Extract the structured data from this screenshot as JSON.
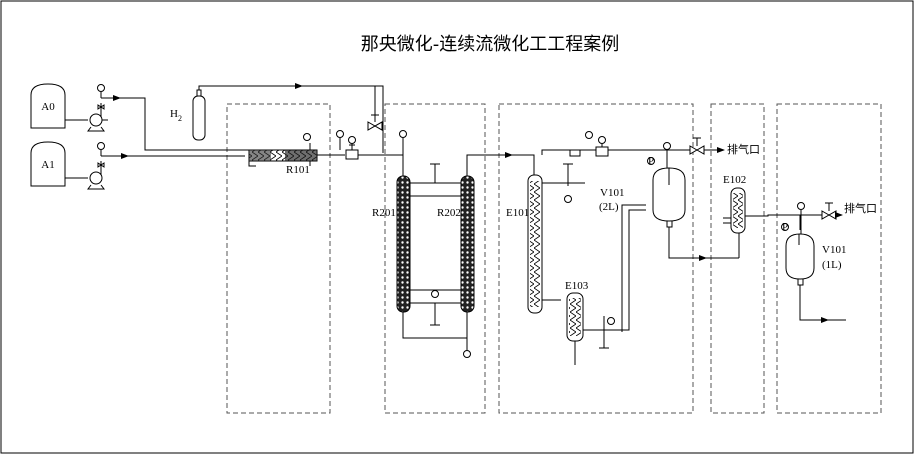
{
  "title": "那央微化-连续流微化工工程案例",
  "tanks": {
    "a0": "A0",
    "a1": "A1"
  },
  "gas": {
    "symbol": "H",
    "subscript": "2"
  },
  "equipment": {
    "r101": "R101",
    "r201": "R201",
    "r202": "R202",
    "e101": "E101",
    "e102": "E102",
    "e103": "E103",
    "v101_large": "V101",
    "v101_large_volume": "(2L)",
    "v101_small": "V101",
    "v101_small_volume": "(1L)"
  },
  "vents": {
    "vent_1": "排气口",
    "vent_2": "排气口"
  },
  "instrument_tag": "P"
}
